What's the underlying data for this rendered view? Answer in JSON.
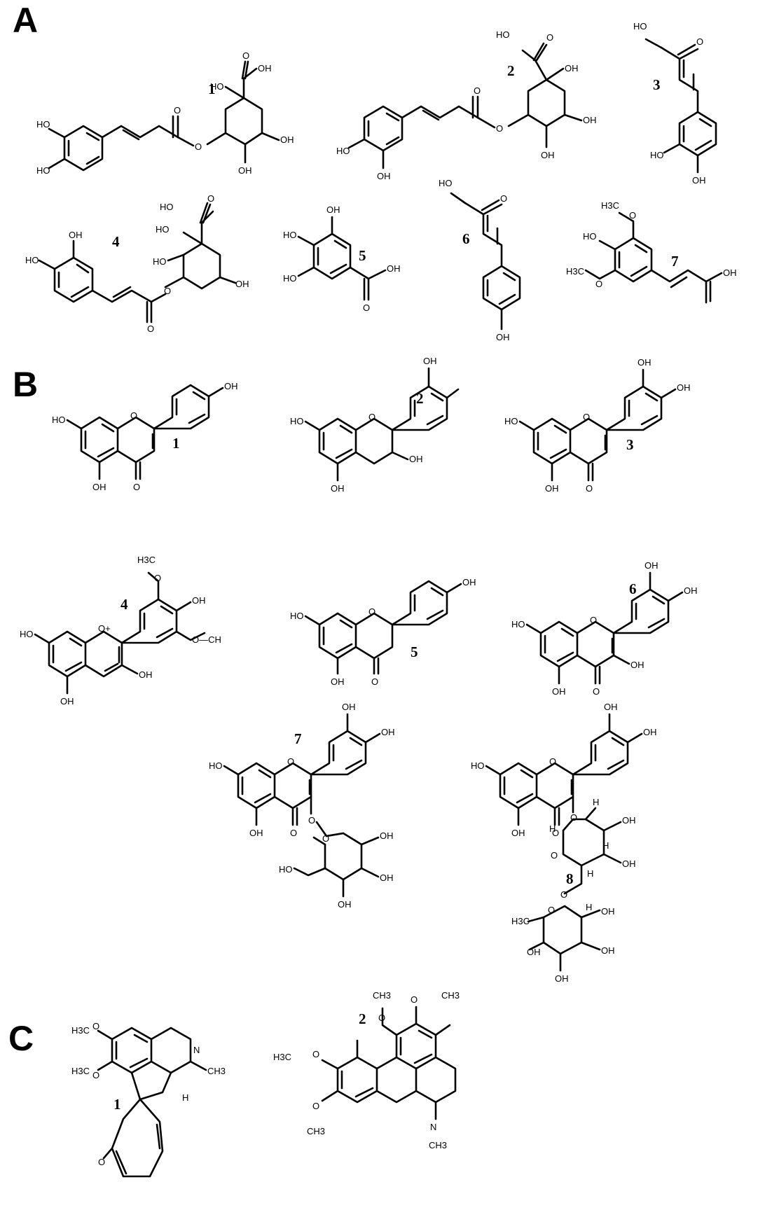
{
  "panels": {
    "a": {
      "letter": "A",
      "numbers": [
        "1",
        "2",
        "3",
        "4",
        "5",
        "6",
        "7"
      ],
      "labels": {
        "oh": "OH",
        "ho": "HO",
        "o": "O",
        "h3c": "H3C"
      }
    },
    "b": {
      "letter": "B",
      "numbers": [
        "1",
        "2",
        "3",
        "4",
        "5",
        "6",
        "7",
        "8"
      ],
      "labels": {
        "oh": "OH",
        "ho": "HO",
        "o": "O",
        "oplus": "O+",
        "h": "H",
        "h3c": "H3C",
        "och": "O—CH"
      }
    },
    "c": {
      "letter": "C",
      "numbers": [
        "1",
        "2"
      ],
      "labels": {
        "o": "O",
        "n": "N",
        "h": "H",
        "h3c": "H3C",
        "ch3": "CH3"
      }
    }
  }
}
